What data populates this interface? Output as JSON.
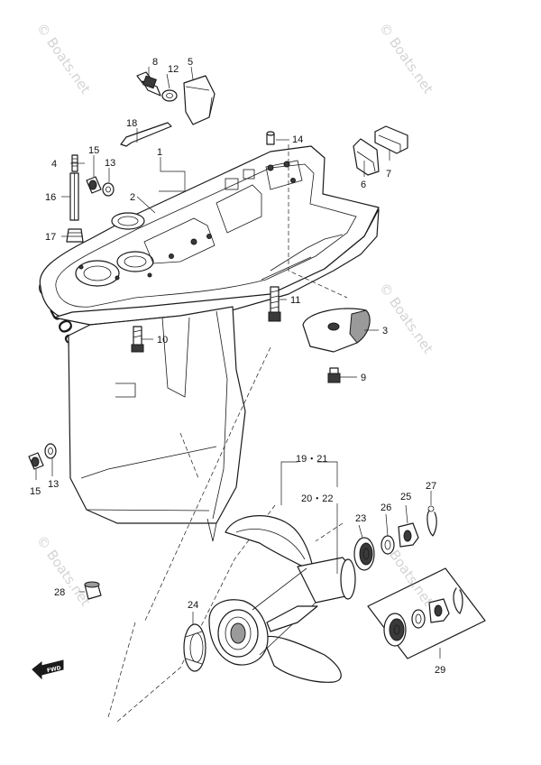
{
  "watermark": {
    "text": "© Boats.net"
  },
  "callouts": {
    "c1": "1",
    "c2": "2",
    "c3": "3",
    "c4": "4",
    "c5": "5",
    "c6": "6",
    "c7": "7",
    "c8": "8",
    "c9": "9",
    "c10": "10",
    "c11": "11",
    "c12": "12",
    "c13": "13",
    "c13b": "13",
    "c14": "14",
    "c15": "15",
    "c15b": "15",
    "c16": "16",
    "c17": "17",
    "c18": "18",
    "c1921": "19・21",
    "c2022": "20・22",
    "c23": "23",
    "c24": "24",
    "c25": "25",
    "c26": "26",
    "c27": "27",
    "c28": "28",
    "c29": "29"
  },
  "fwd_badge": "FWD",
  "icons": {
    "forward_arrow": "fwd-arrow-icon"
  }
}
